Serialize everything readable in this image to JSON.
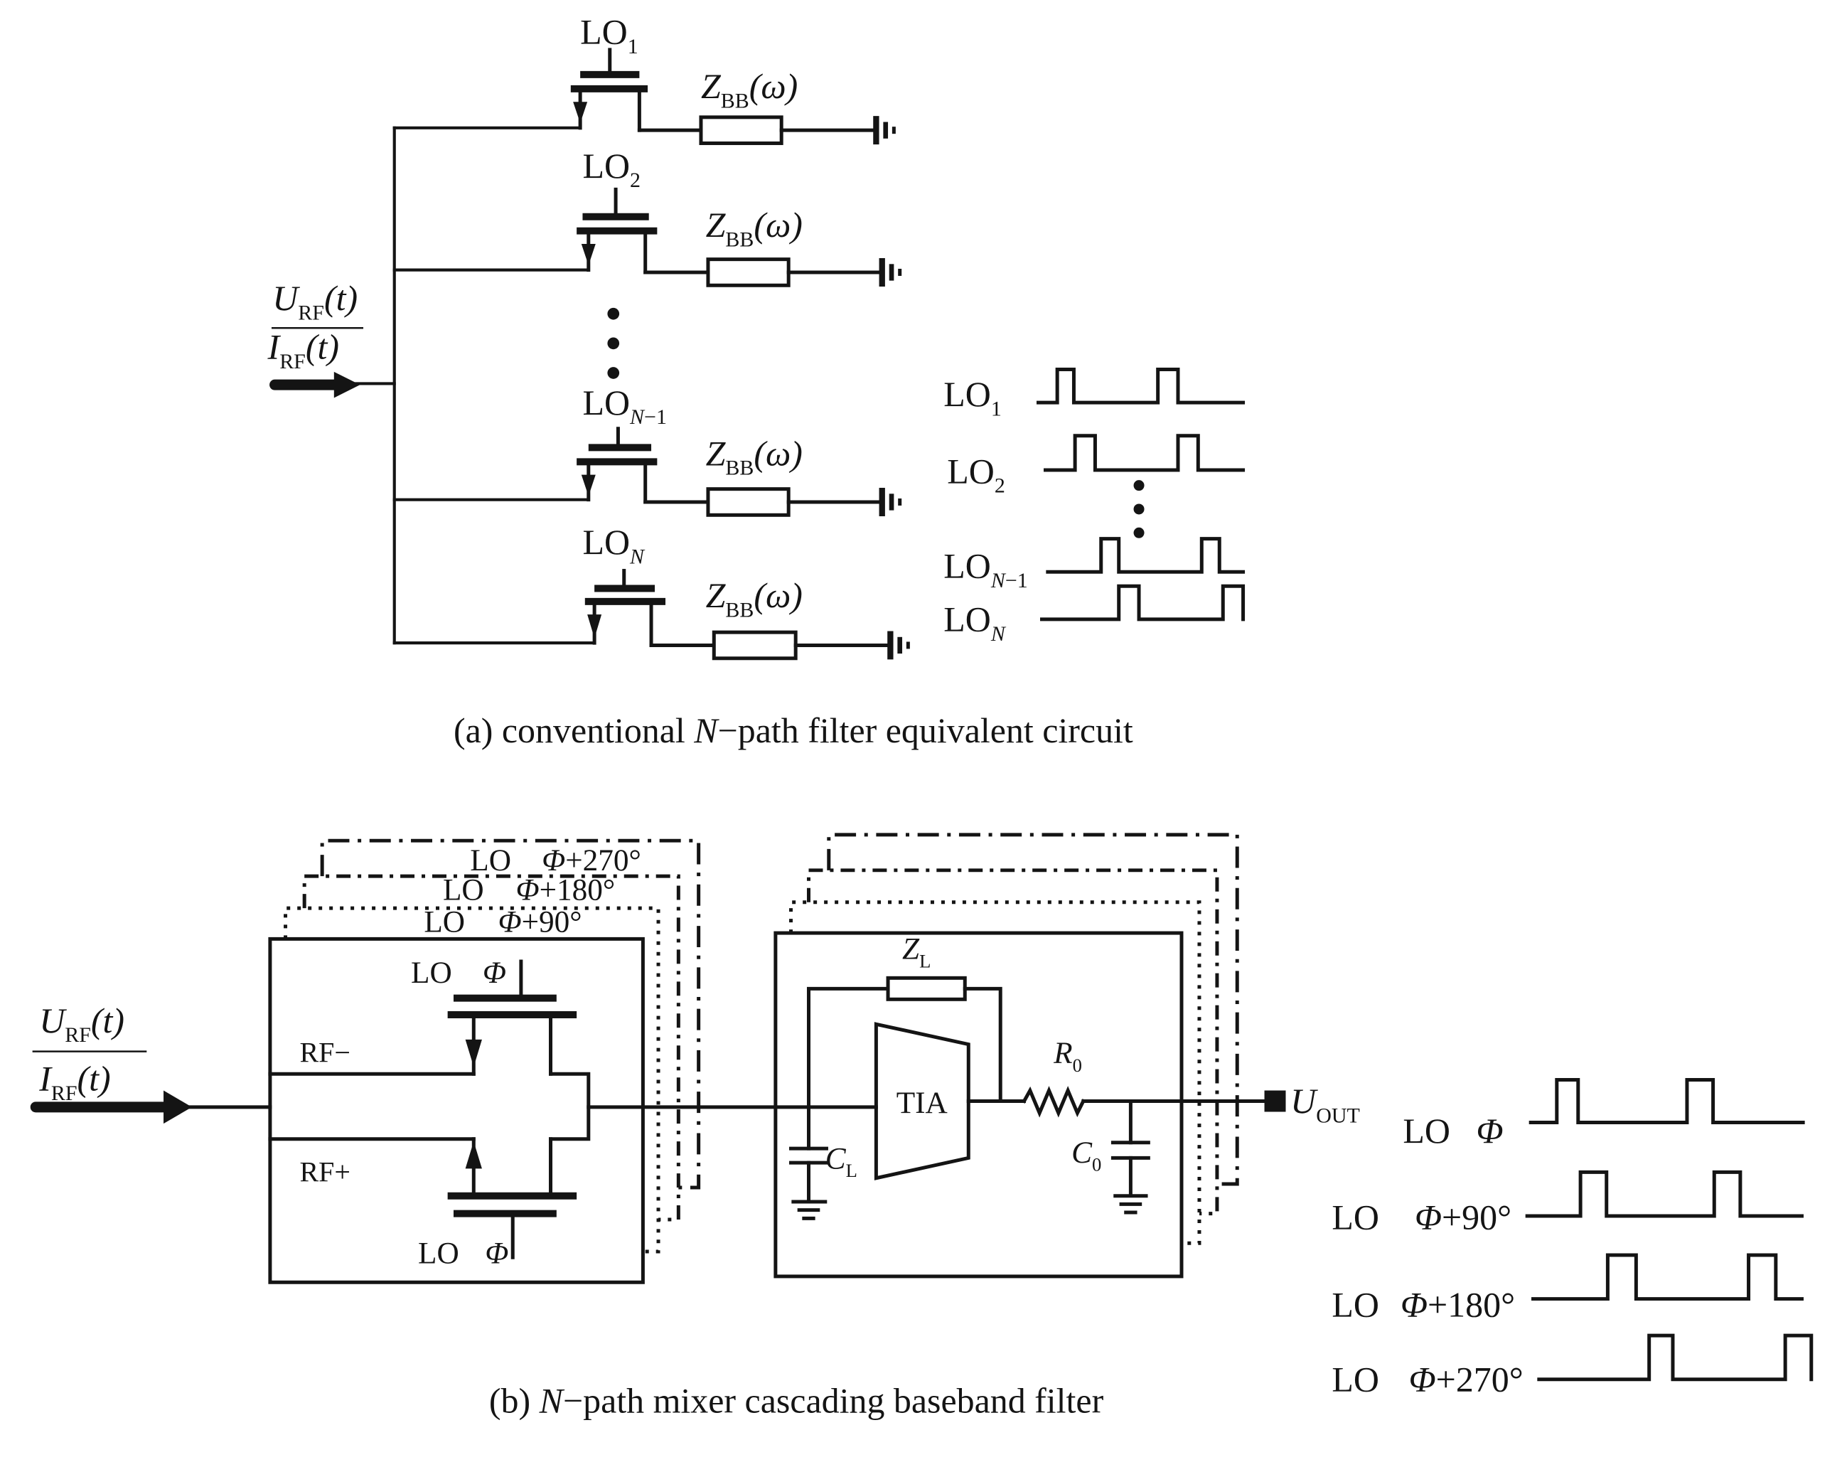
{
  "part_a": {
    "input": {
      "u": "U",
      "u_sub": "RF",
      "u_arg": "(t)",
      "i": "I",
      "i_sub": "RF",
      "i_arg": "(t)"
    },
    "paths": [
      {
        "gate": {
          "lo": "LO",
          "sub": "1"
        },
        "impedance": {
          "z": "Z",
          "sub": "BB",
          "arg": "(ω)"
        }
      },
      {
        "gate": {
          "lo": "LO",
          "sub": "2"
        },
        "impedance": {
          "z": "Z",
          "sub": "BB",
          "arg": "(ω)"
        }
      },
      {
        "gate": {
          "lo": "LO",
          "sub_var": "N",
          "sub": "−1"
        },
        "impedance": {
          "z": "Z",
          "sub": "BB",
          "arg": "(ω)"
        }
      },
      {
        "gate": {
          "lo": "LO",
          "sub_var": "N"
        },
        "impedance": {
          "z": "Z",
          "sub": "BB",
          "arg": "(ω)"
        }
      }
    ],
    "clock_waveforms": [
      {
        "lo": "LO",
        "sub": "1"
      },
      {
        "lo": "LO",
        "sub": "2"
      },
      {
        "lo": "LO",
        "sub_var": "N",
        "sub": "−1"
      },
      {
        "lo": "LO",
        "sub_var": "N"
      }
    ],
    "caption": {
      "prefix": "(a) conventional ",
      "var": "N",
      "suffix": "−path filter equivalent circuit"
    }
  },
  "part_b": {
    "input": {
      "u": "U",
      "u_sub": "RF",
      "u_arg": "(t)",
      "i": "I",
      "i_sub": "RF",
      "i_arg": "(t)"
    },
    "mixer": {
      "phase_layers": [
        {
          "lo": "LO",
          "phi": "Φ",
          "offset": "+90°"
        },
        {
          "lo": "LO",
          "phi": "Φ",
          "offset": "+180°"
        },
        {
          "lo": "LO",
          "phi": "Φ",
          "offset": "+270°"
        }
      ],
      "top_gate": {
        "lo": "LO",
        "phi": "Φ"
      },
      "bottom_gate": {
        "lo": "LO",
        "phi": "Φ"
      },
      "rf_minus": "RF−",
      "rf_plus": "RF+"
    },
    "baseband_filter": {
      "feedback_impedance": {
        "var": "Z",
        "sub": "L"
      },
      "tia": "TIA",
      "input_cap": {
        "var": "C",
        "sub": "L"
      },
      "resistor": {
        "var": "R",
        "sub": "0"
      },
      "output_cap": {
        "var": "C",
        "sub": "0"
      }
    },
    "output": {
      "var": "U",
      "sub": "OUT"
    },
    "clock_waveforms": [
      {
        "lo": "LO",
        "phi": "Φ"
      },
      {
        "lo": "LO",
        "phi": "Φ",
        "offset": "+90°"
      },
      {
        "lo": "LO",
        "phi": "Φ",
        "offset": "+180°"
      },
      {
        "lo": "LO",
        "phi": "Φ",
        "offset": "+270°"
      }
    ],
    "caption": {
      "prefix": "(b) ",
      "var": "N",
      "suffix": "−path mixer cascading baseband filter"
    }
  }
}
